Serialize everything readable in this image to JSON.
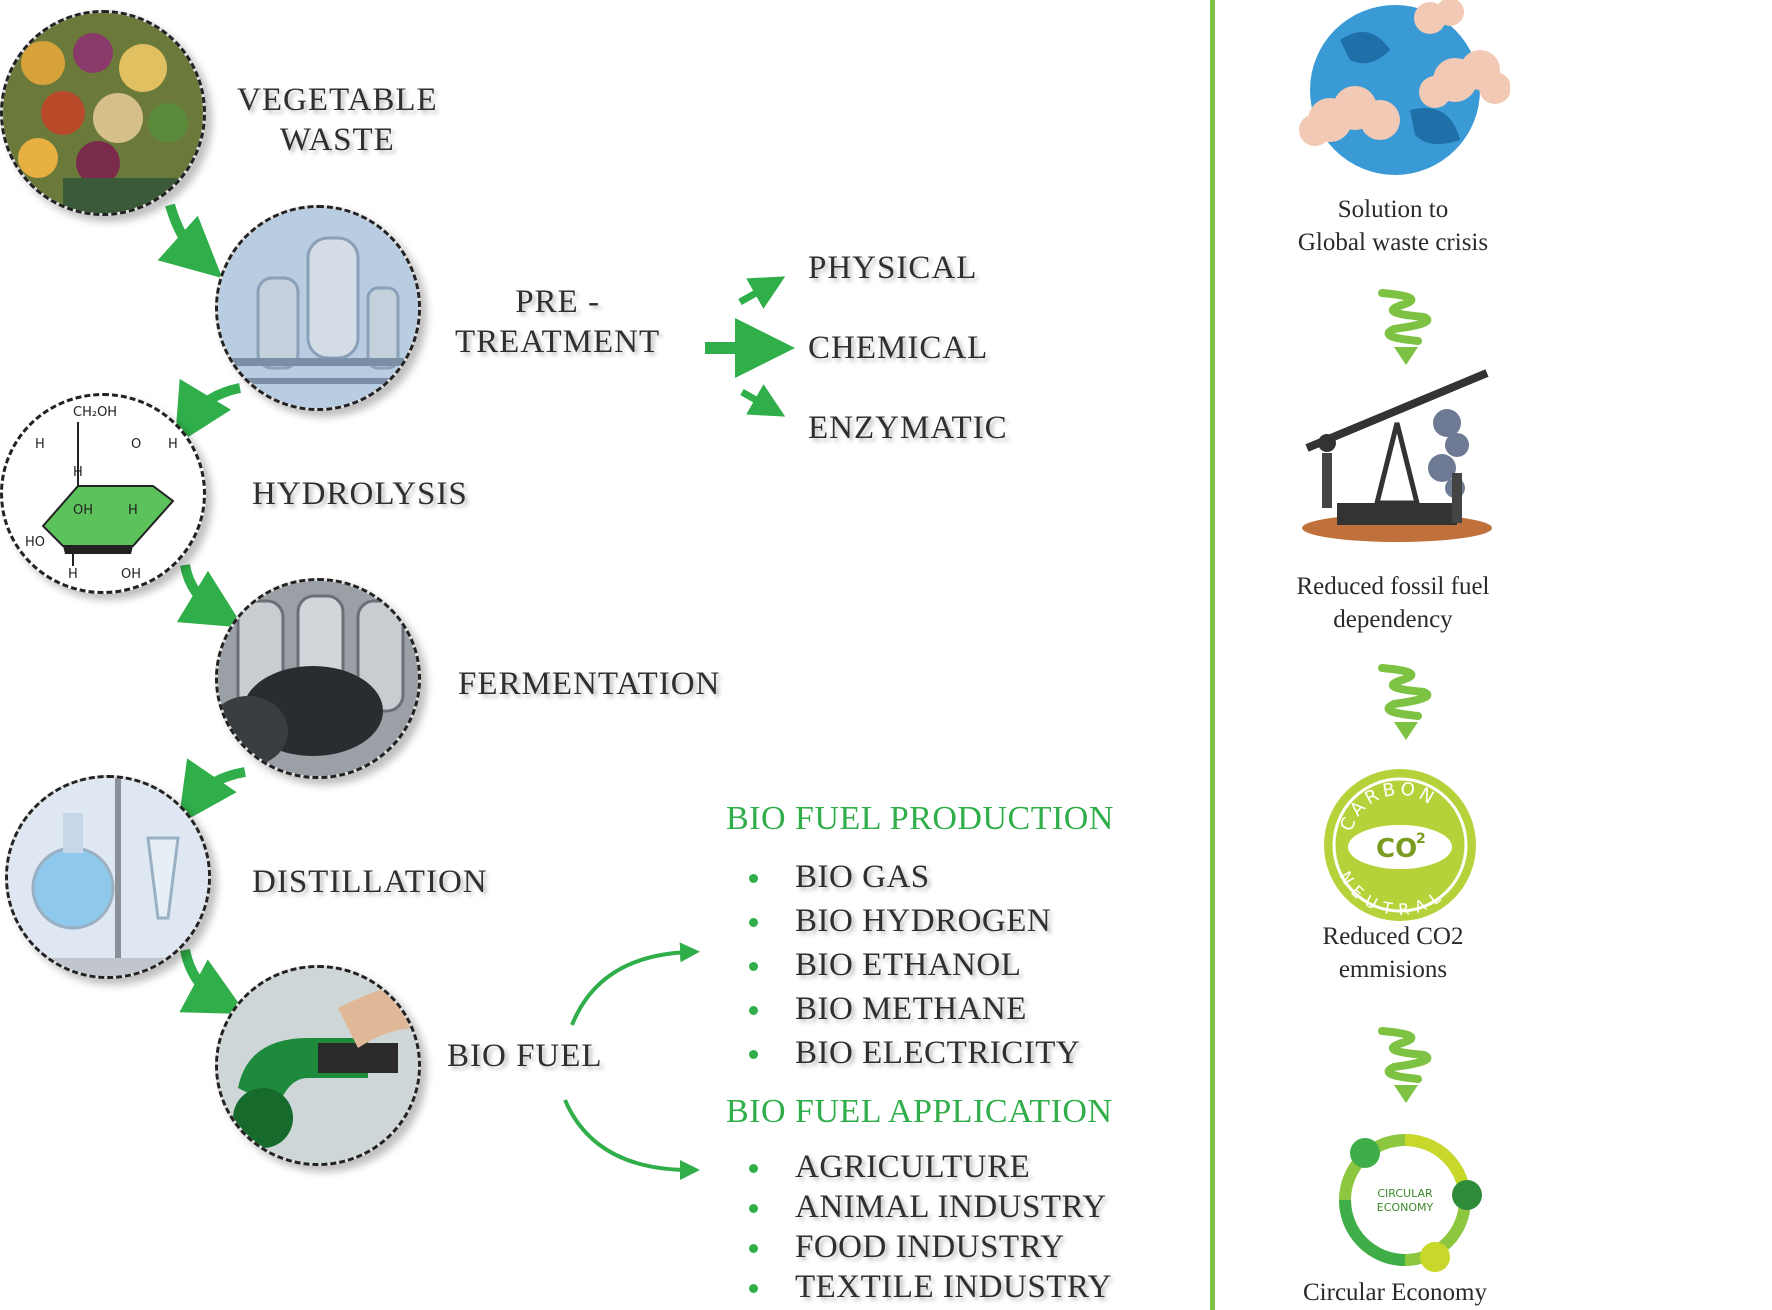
{
  "steps": {
    "vegetable_waste": [
      "VEGETABLE",
      "WASTE"
    ],
    "pretreatment": [
      "PRE -",
      "TREATMENT"
    ],
    "hydrolysis": "HYDROLYSIS",
    "fermentation": "FERMENTATION",
    "distillation": "DISTILLATION",
    "biofuel": "BIO FUEL"
  },
  "pretreatment_methods": [
    "PHYSICAL",
    "CHEMICAL",
    "ENZYMATIC"
  ],
  "glucose_labels": {
    "ch2oh": "CH₂OH",
    "o": "O",
    "h_left": "H",
    "h_right": "H",
    "h_inner": "H",
    "oh_mid": "OH",
    "h_mid": "H",
    "ho": "HO",
    "h_bottom": "H",
    "oh_bottom": "OH"
  },
  "production": {
    "title": "BIO FUEL PRODUCTION",
    "items": [
      "BIO GAS",
      "BIO HYDROGEN",
      "BIO ETHANOL",
      "BIO METHANE",
      "BIO ELECTRICITY"
    ]
  },
  "application": {
    "title": "BIO FUEL APPLICATION",
    "items": [
      "AGRICULTURE",
      "ANIMAL INDUSTRY",
      "FOOD INDUSTRY",
      "TEXTILE INDUSTRY"
    ]
  },
  "benefits": {
    "global_waste": [
      "Solution to",
      "Global waste crisis"
    ],
    "fossil_fuel": [
      "Reduced fossil fuel",
      "dependency"
    ],
    "co2": [
      "Reduced CO2",
      "emmisions"
    ],
    "circular": [
      "Circular Economy"
    ]
  },
  "badges": {
    "carbon": "CARBON",
    "neutral": "NEUTRAL",
    "co2": "CO",
    "co2_sup": "2",
    "circular_economy": [
      "CIRCULAR",
      "ECONOMY"
    ]
  },
  "colors": {
    "accent_green": "#2fae4a",
    "divider_green": "#7dc242"
  }
}
